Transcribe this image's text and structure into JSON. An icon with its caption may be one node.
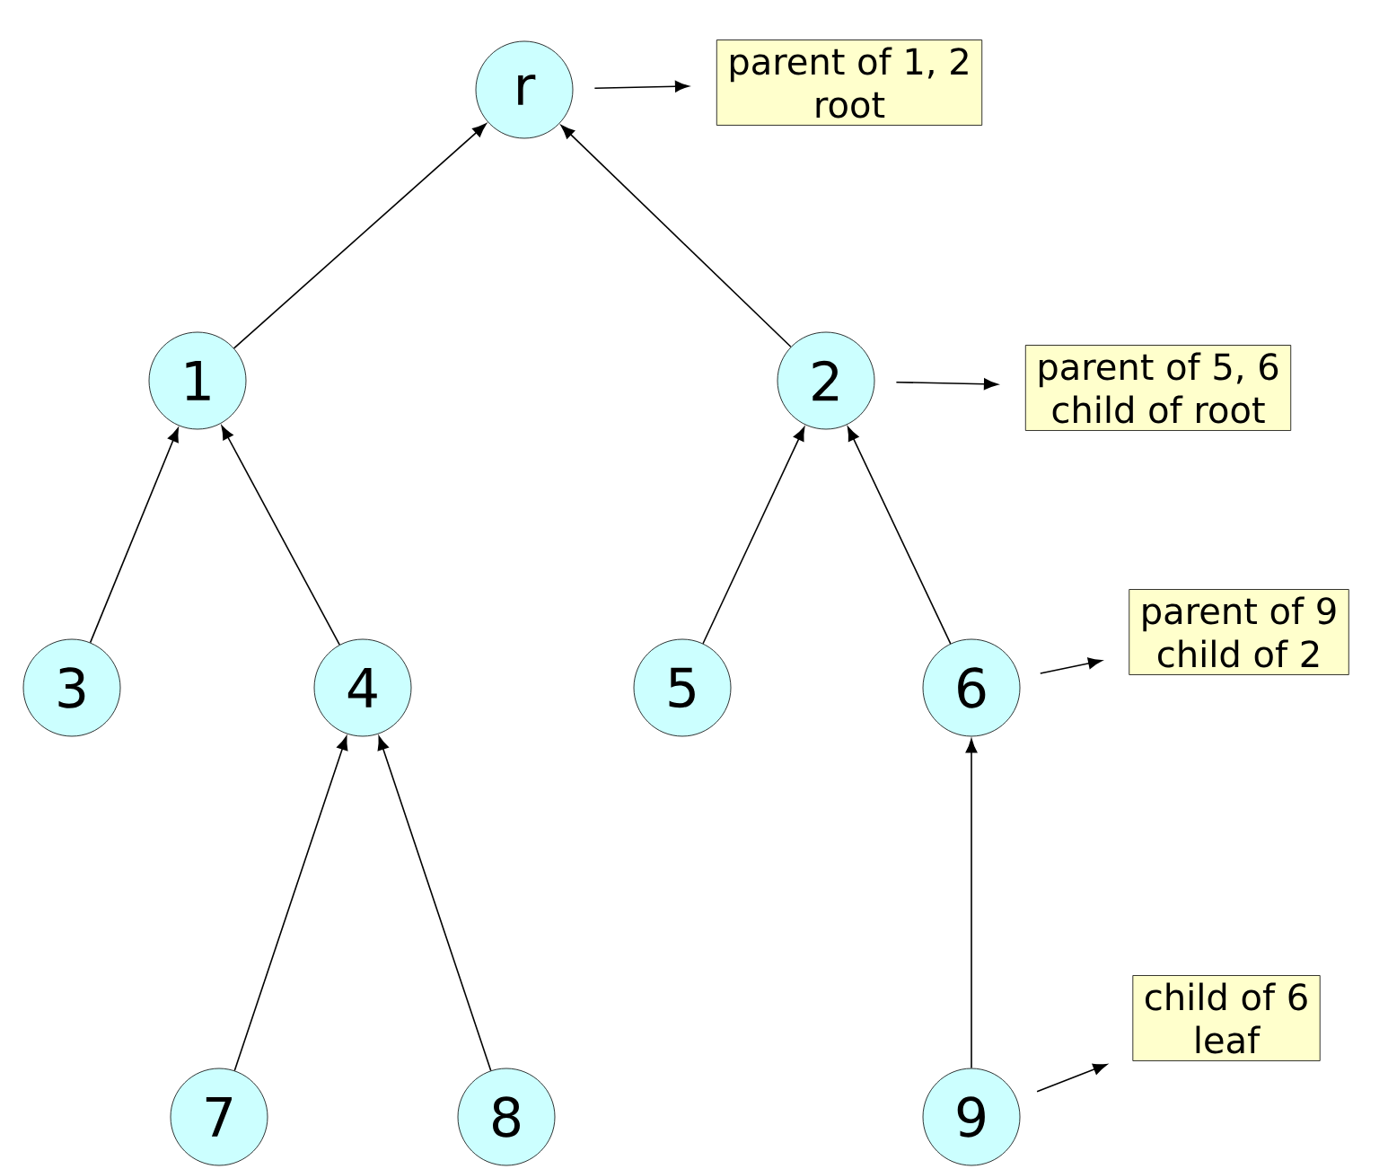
{
  "diagram": {
    "nodes": [
      {
        "text": [
          "r"
        ]
      },
      {
        "text": [
          "parent of 1, 2",
          "root"
        ]
      },
      {
        "text": [
          "1"
        ]
      },
      {
        "text": [
          "2"
        ]
      },
      {
        "text": [
          "parent of 5, 6",
          "child of root"
        ]
      },
      {
        "text": [
          "3"
        ]
      },
      {
        "text": [
          "4"
        ]
      },
      {
        "text": [
          "5"
        ]
      },
      {
        "text": [
          "6"
        ]
      },
      {
        "text": [
          "parent of 9",
          "child of 2"
        ]
      },
      {
        "text": [
          "7"
        ]
      },
      {
        "text": [
          "8"
        ]
      },
      {
        "text": [
          "9"
        ]
      },
      {
        "text": [
          "child of 6",
          "leaf"
        ]
      }
    ],
    "edges": [
      {
        "from": 2,
        "to": 0,
        "arrow": "to"
      },
      {
        "from": 3,
        "to": 0,
        "arrow": "to"
      },
      {
        "from": 0,
        "to": 1,
        "arrow": "to"
      },
      {
        "from": 5,
        "to": 2,
        "arrow": "to"
      },
      {
        "from": 6,
        "to": 2,
        "arrow": "to"
      },
      {
        "from": 7,
        "to": 3,
        "arrow": "to"
      },
      {
        "from": 8,
        "to": 3,
        "arrow": "to"
      },
      {
        "from": 3,
        "to": 4,
        "arrow": "to"
      },
      {
        "from": 8,
        "to": 9,
        "arrow": "to"
      },
      {
        "from": 10,
        "to": 6,
        "arrow": "to"
      },
      {
        "from": 11,
        "to": 6,
        "arrow": "to"
      },
      {
        "from": 12,
        "to": 8,
        "arrow": "to"
      },
      {
        "from": 12,
        "to": 13,
        "arrow": "to"
      }
    ]
  }
}
